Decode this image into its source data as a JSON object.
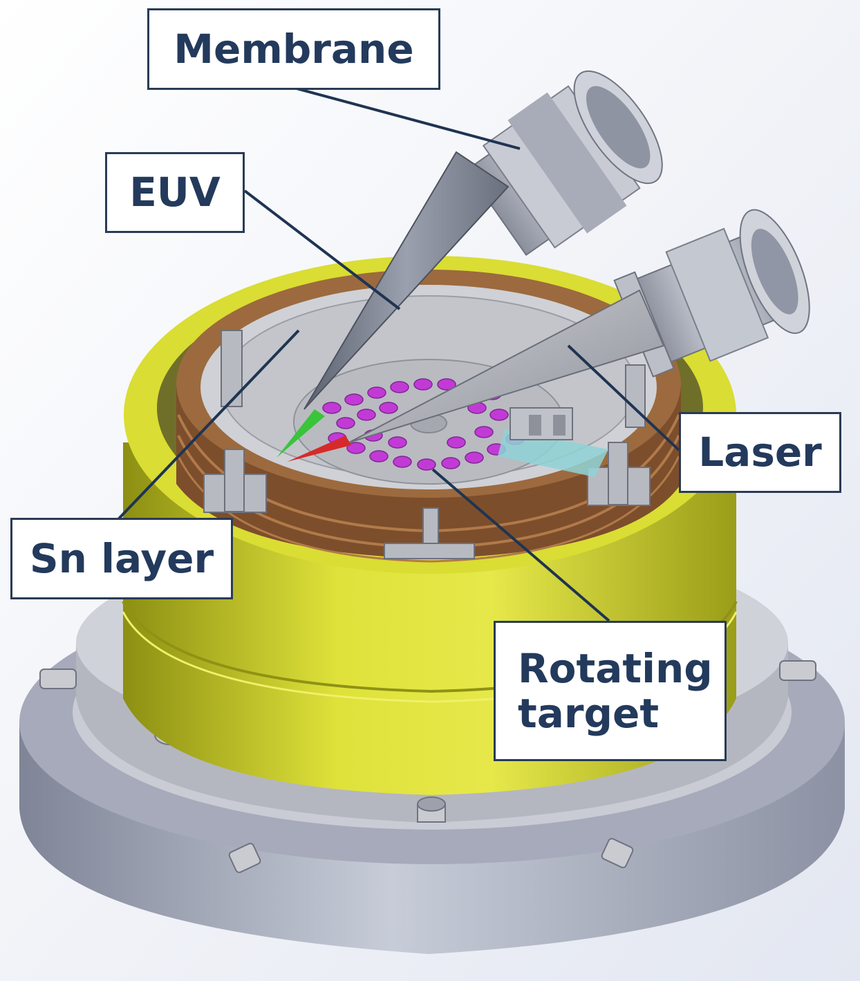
{
  "labels": {
    "membrane": "Membrane",
    "euv": "EUV",
    "laser": "Laser",
    "sn_layer": "Sn layer",
    "rotating_target_line1": "Rotating",
    "rotating_target_line2": "target"
  },
  "colors": {
    "label_text": "#233a5c",
    "leader_line": "#1f3452",
    "yellow_housing": "#d9dc2a",
    "copper_ring": "#8a5a33",
    "target_holes": "#c23ad6",
    "euv_beam": "#39c43a",
    "laser_beam": "#d62a2a"
  }
}
